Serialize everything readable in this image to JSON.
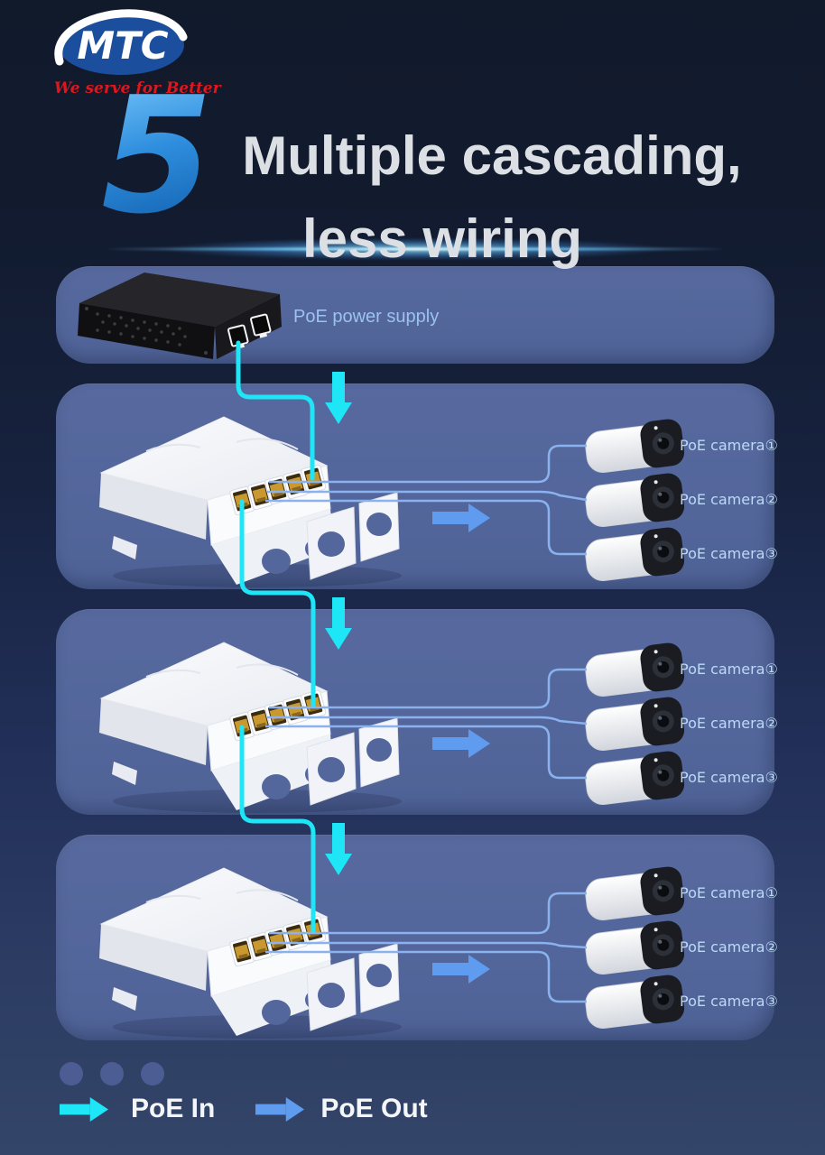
{
  "brand": {
    "logo_text": "MTC",
    "tagline": "We serve for Better"
  },
  "feature": {
    "number": "5",
    "title_line1": "Multiple cascading,",
    "title_line2": "less wiring"
  },
  "psu": {
    "label": "PoE power supply"
  },
  "panels": [
    {
      "cameras": [
        "PoE camera①",
        "PoE camera②",
        "PoE camera③"
      ]
    },
    {
      "cameras": [
        "PoE camera①",
        "PoE camera②",
        "PoE camera③"
      ]
    },
    {
      "cameras": [
        "PoE camera①",
        "PoE camera②",
        "PoE camera③"
      ]
    }
  ],
  "legend": {
    "poe_in_label": "PoE In",
    "poe_out_label": "PoE Out",
    "dot_count": 3
  },
  "icons": {
    "poe_in_flow": "cyan-down-arrow",
    "poe_out_flow": "blue-right-arrow",
    "legend_poe_in": "cyan-right-arrow",
    "legend_poe_out": "blue-right-arrow",
    "continuation": "three-dots"
  },
  "colors": {
    "background_top": "#121a2b",
    "background_bottom": "#334568",
    "panel": "#54679c",
    "cable_cyan": "#1fe6f7",
    "arrow_blue": "#5f9cf0",
    "camera_line_blue": "#8ab2ee",
    "camera_label": "#bcd9f6",
    "psu_label": "#9cc2ee",
    "title_text": "#dcdfe4",
    "number_gradient_top": "#6fc1f7",
    "number_gradient_bottom": "#1465b3",
    "logo_blue": "#1b4e9d",
    "tagline_red": "#e0161d",
    "legend_dot": "#4c5d93"
  }
}
